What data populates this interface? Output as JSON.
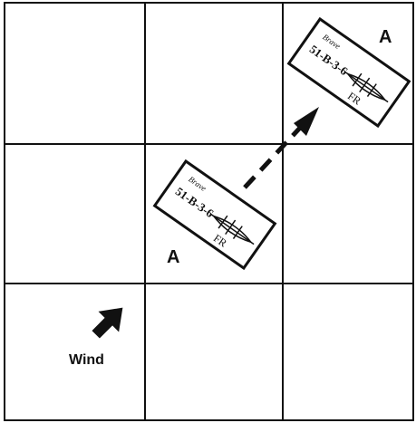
{
  "counters": [
    {
      "ship_name": "Brave",
      "stats": "51-B-3-6",
      "nationality": "FR"
    },
    {
      "ship_name": "Brave",
      "stats": "51-B-3-6",
      "nationality": "FR"
    }
  ],
  "position_labels": [
    "A",
    "A"
  ],
  "wind": {
    "label": "Wind",
    "icon": "wind-direction-arrow-icon"
  },
  "move_arrow": {
    "icon": "movement-arrow-icon",
    "style": "dashed"
  },
  "colors": {
    "ink": "#111111",
    "paper": "#ffffff"
  }
}
